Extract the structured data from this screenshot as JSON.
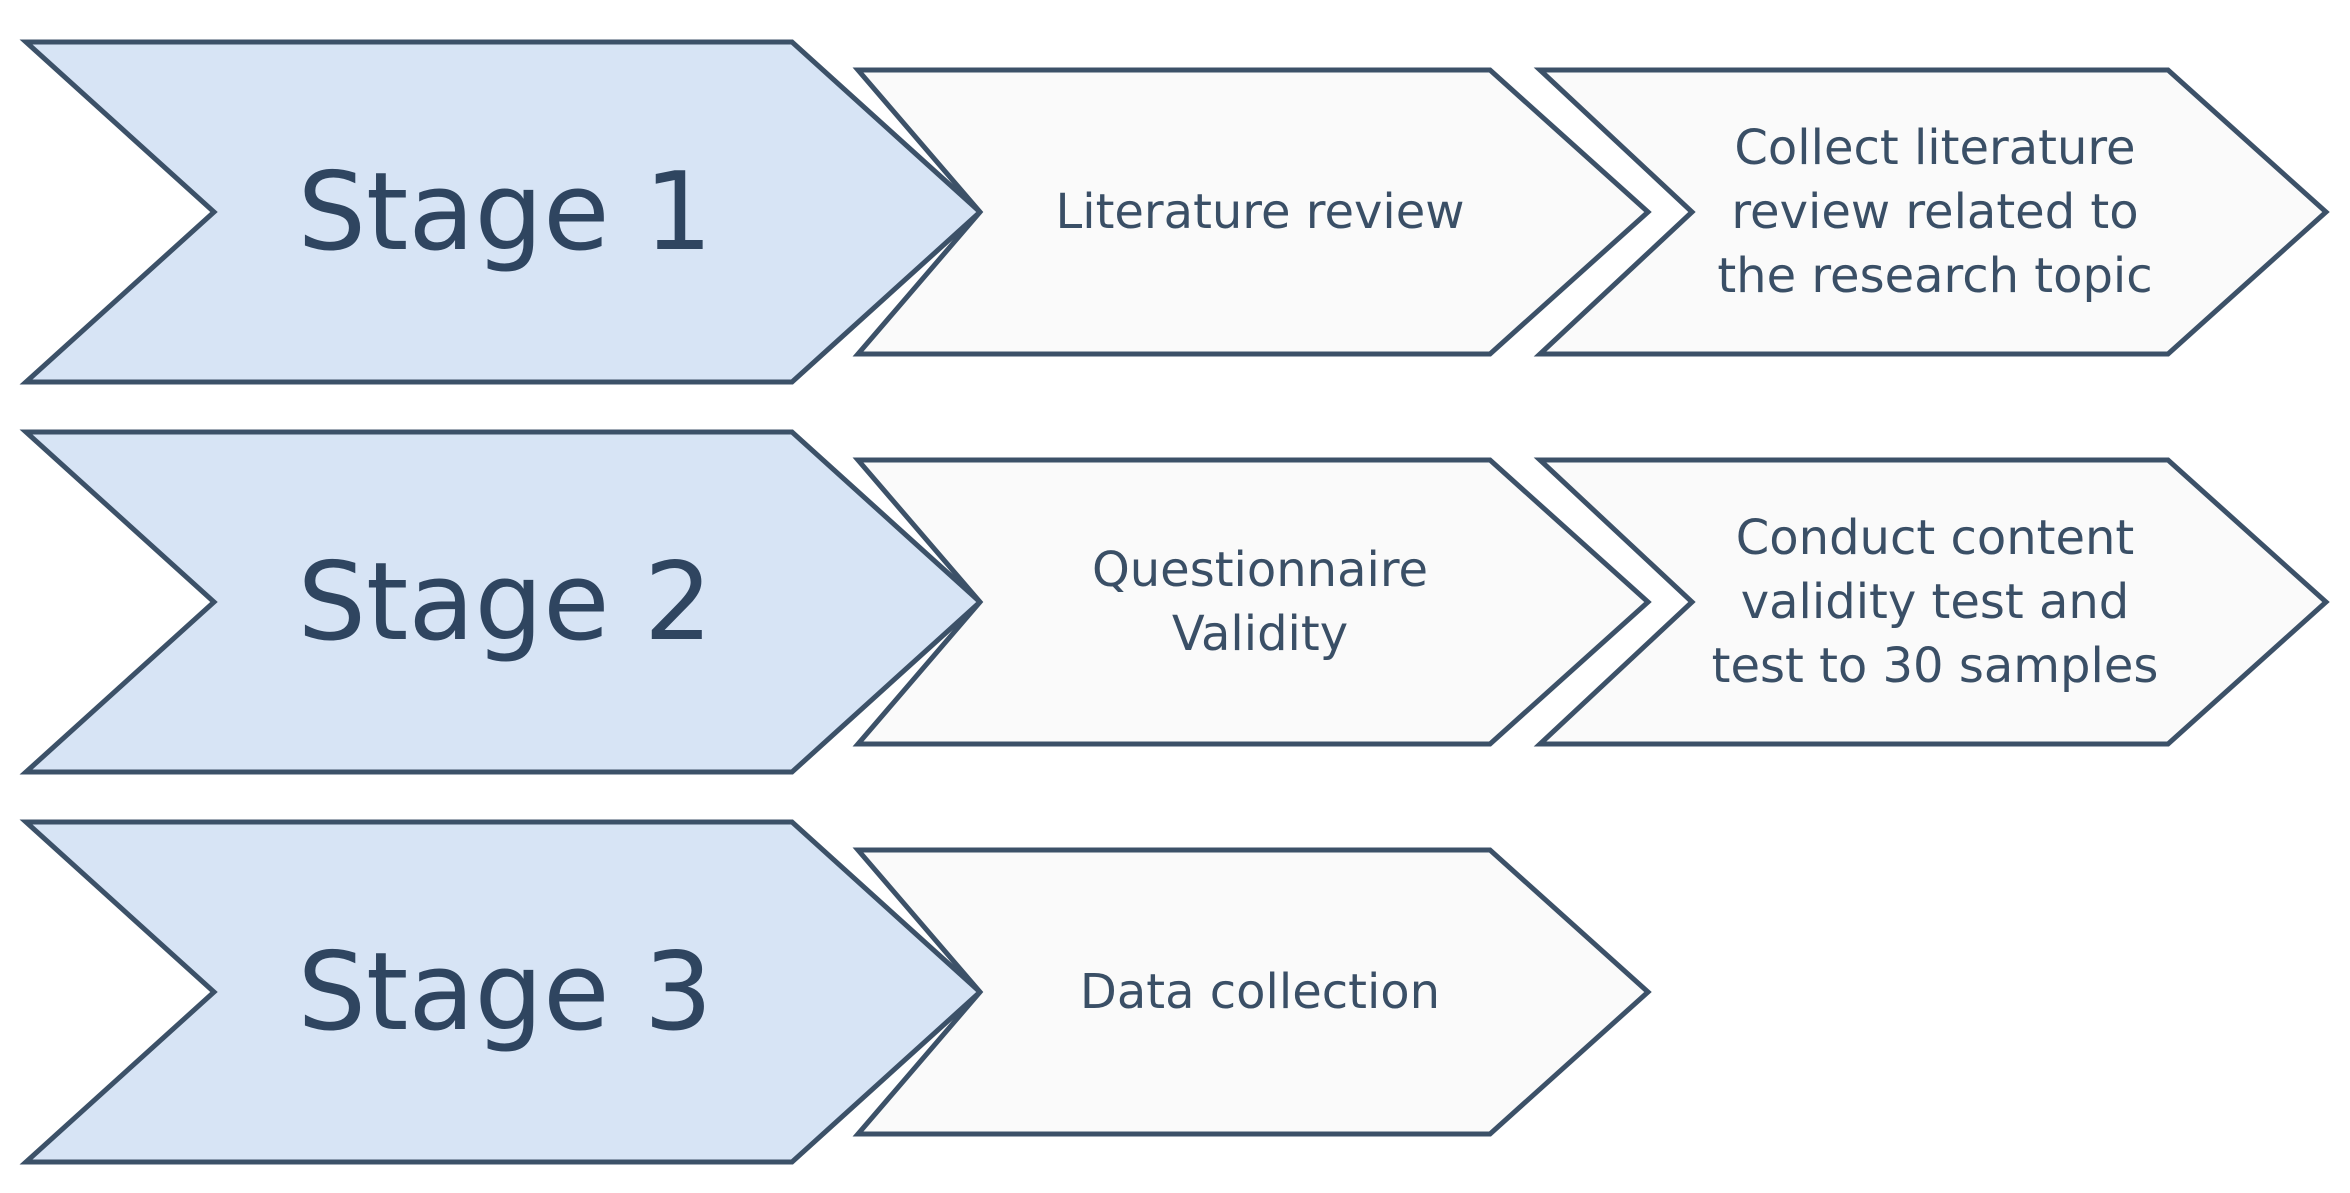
{
  "rows": [
    {
      "stage": "Stage 1",
      "steps": [
        "Literature review",
        "Collect literature review related to the research topic"
      ]
    },
    {
      "stage": "Stage 2",
      "steps": [
        "Questionnaire Validity",
        "Conduct content validity test and test to 30 samples"
      ]
    },
    {
      "stage": "Stage 3",
      "steps": [
        "Data collection"
      ]
    }
  ],
  "colors": {
    "stage_fill": "#d7e4f5",
    "step_fill": "#fafafa",
    "outline": "#3c5168",
    "text": "#2f4560"
  }
}
